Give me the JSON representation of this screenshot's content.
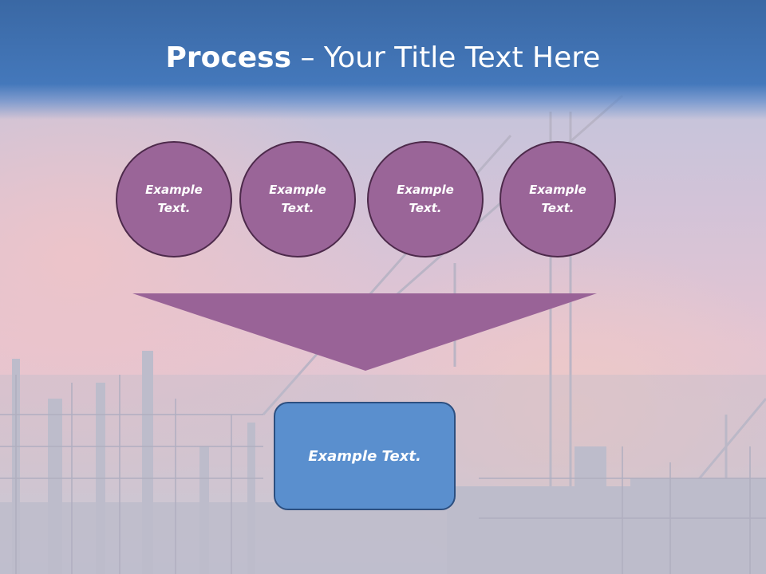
{
  "slide": {
    "title_bold": "Process",
    "title_rest": " – Your Title Text Here"
  },
  "steps": [
    {
      "label": "Example Text."
    },
    {
      "label": "Example Text."
    },
    {
      "label": "Example Text."
    },
    {
      "label": "Example Text."
    }
  ],
  "result": {
    "label": "Example Text."
  },
  "colors": {
    "title_band": "#4478bb",
    "circle_fill": "#9a6598",
    "arrow_fill": "#996397",
    "box_fill": "#5a8fce"
  }
}
